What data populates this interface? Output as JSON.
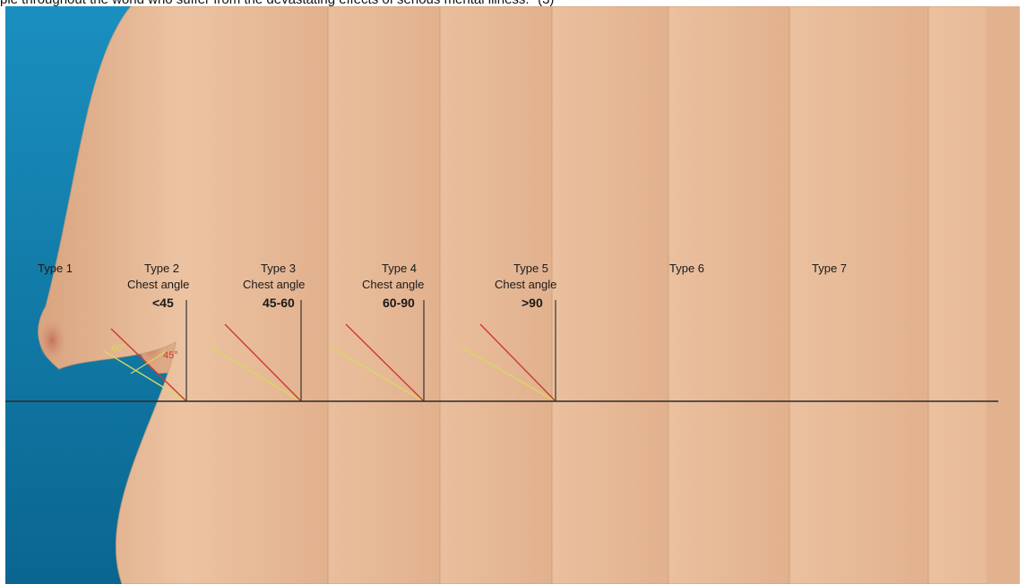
{
  "caption": "ple throughout the world who suffer from the devastating effects of serious mental illness.\" (3)",
  "figure": {
    "types": [
      {
        "name": "Type 1",
        "chest_label": "",
        "angle": ""
      },
      {
        "name": "Type 2",
        "chest_label": "Chest angle",
        "angle": "<45"
      },
      {
        "name": "Type 3",
        "chest_label": "Chest angle",
        "angle": "45-60"
      },
      {
        "name": "Type 4",
        "chest_label": "Chest angle",
        "angle": "60-90"
      },
      {
        "name": "Type 5",
        "chest_label": "Chest angle",
        "angle": ">90"
      },
      {
        "name": "Type 6",
        "chest_label": "",
        "angle": ""
      },
      {
        "name": "Type 7",
        "chest_label": "",
        "angle": ""
      }
    ],
    "angle_markers": {
      "green": "60°",
      "red": "45°"
    },
    "colors": {
      "background": "#1a8fbf",
      "skin": "#e6b896",
      "skin_shadow": "#c9956f",
      "areola": "#c98068",
      "green_line": "#d8d860",
      "red_line": "#cc3a30",
      "baseline": "#2a2a2a"
    }
  }
}
